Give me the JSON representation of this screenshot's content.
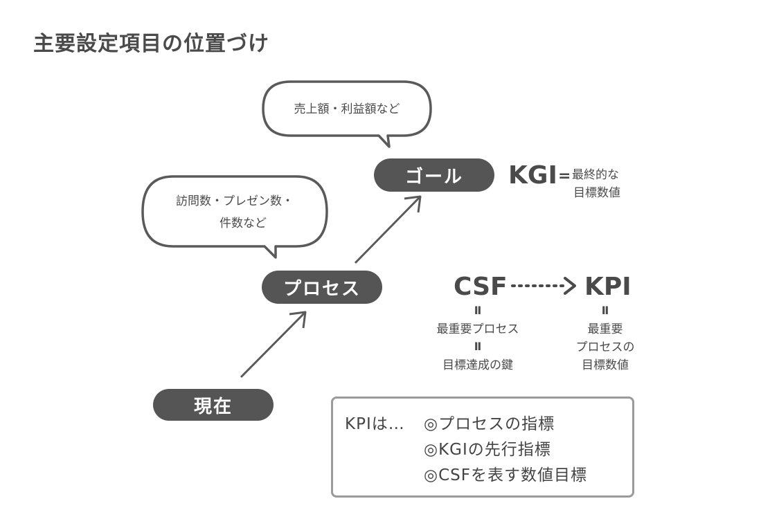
{
  "title": "主要設定項目の位置づけ",
  "nodes": {
    "goal": "ゴール",
    "process": "プロセス",
    "current": "現在"
  },
  "bubbles": {
    "goal_examples": "売上額・利益額など",
    "process_examples_line1": "訪問数・プレゼン数・",
    "process_examples_line2": "件数など"
  },
  "kgi": {
    "label": "KGI",
    "eq": "=",
    "desc_line1": "最終的な",
    "desc_line2": "目標数値"
  },
  "csf": {
    "label": "CSF",
    "eq1": "Ⅱ",
    "line1": "最重要プロセス",
    "eq2": "Ⅱ",
    "line2": "目標達成の鍵"
  },
  "kpi": {
    "label": "KPI",
    "eq": "Ⅱ",
    "line1": "最重要",
    "line2": "プロセスの",
    "line3": "目標数値"
  },
  "note": {
    "lead": "KPIは…",
    "items": [
      "◎プロセスの指標",
      "◎KGIの先行指標",
      "◎CSFを表す数値目標"
    ]
  },
  "colors": {
    "pill": "#555555",
    "text": "#4a4a4a",
    "stroke": "#5a5a5a",
    "box_border": "#9a9a9a"
  }
}
